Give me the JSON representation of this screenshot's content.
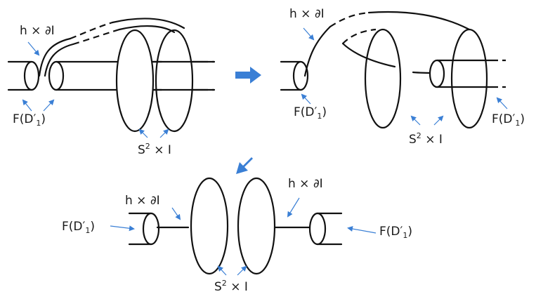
{
  "labels": {
    "tl_h_dI": "h × ∂I",
    "tl_F_base": "F(D′",
    "tl_F_sub": "1",
    "tl_F_close": ")",
    "tl_S_base": "S",
    "tl_S_sup": "2",
    "tl_S_rest": " × I",
    "tr_h_dI": "h × ∂I",
    "tr_F1_base": "F(D′",
    "tr_F1_sub": "1",
    "tr_F1_close": ")",
    "tr_F2_base": "F(D′",
    "tr_F2_sub": "1",
    "tr_F2_close": ")",
    "tr_S_base": "S",
    "tr_S_sup": "2",
    "tr_S_rest": " × I",
    "b_h_dI_left": "h × ∂I",
    "b_h_dI_right": "h × ∂I",
    "b_F1_base": "F(D′",
    "b_F1_sub": "1",
    "b_F1_close": ")",
    "b_F2_base": "F(D′",
    "b_F2_sub": "1",
    "b_F2_close": ")",
    "b_S_base": "S",
    "b_S_sup": "2",
    "b_S_rest": " × I"
  },
  "colors": {
    "pointer": "#3a7fd5",
    "arrow": "#3a7fd5",
    "line": "#111111"
  },
  "icons": {
    "step_arrow": "right-arrow",
    "step_arrow_2": "down-left-arrow"
  }
}
